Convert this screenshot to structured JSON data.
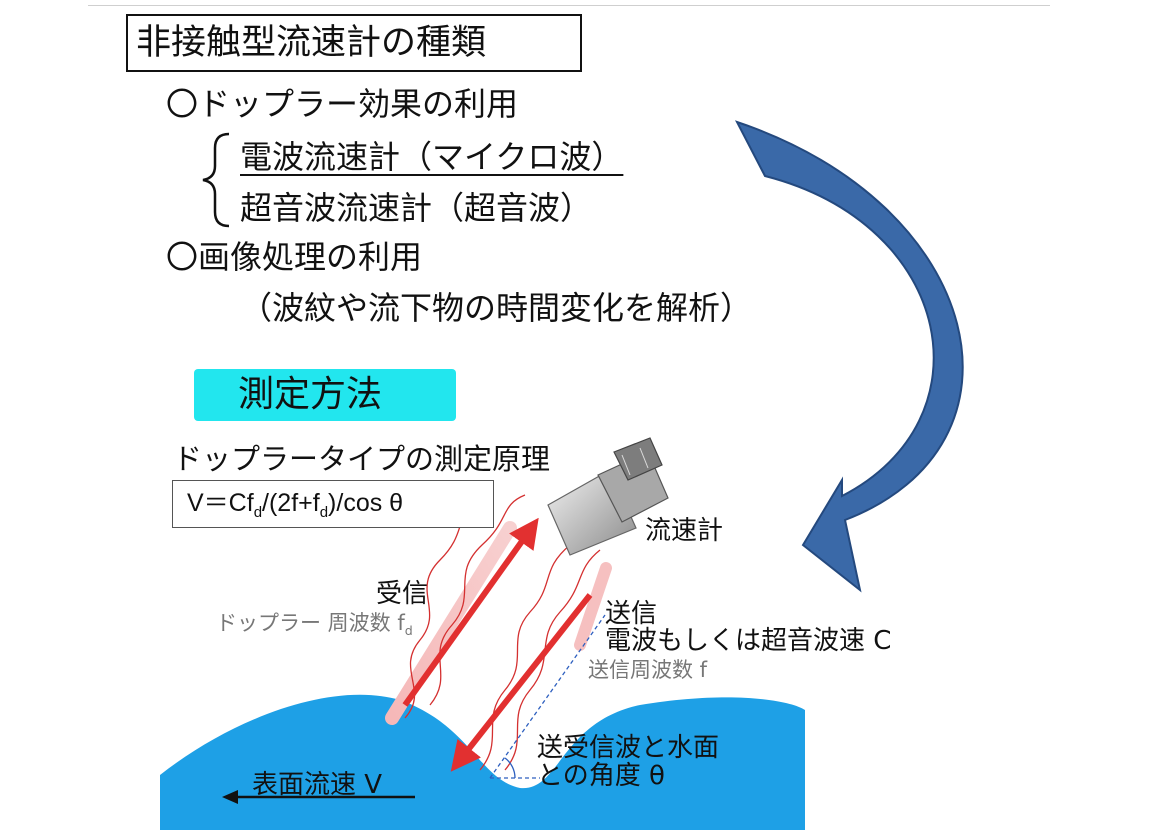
{
  "heading": "非接触型流速計の種類",
  "doppler": {
    "title": "〇ドップラー効果の利用",
    "items": [
      "電波流速計（マイクロ波）",
      "超音波流速計（超音波）"
    ]
  },
  "image": {
    "title": "〇画像処理の利用",
    "desc": "（波紋や流下物の時間変化を解析）"
  },
  "method": "測定方法",
  "principle": "ドップラータイプの測定原理",
  "formula": {
    "v": "V＝Cf",
    "sub1": "d",
    "mid": "/(2f+f",
    "sub2": "d",
    "end": ")/cos θ"
  },
  "diagram": {
    "meter": "流速計",
    "receive": "受信",
    "doppler_freq": "ドップラー 周波数 f",
    "doppler_sub": "d",
    "send": "送信",
    "speed": "電波もしくは超音波速 C",
    "send_freq": "送信周波数 f",
    "angle_line1": "送受信波と水面",
    "angle_line2": "との角度 θ",
    "surface_speed": "表面流速 V"
  },
  "colors": {
    "big_arrow": "#3a69a8",
    "water": "#1ea0e6",
    "signal_red": "#e23030",
    "method_bg": "#22e6ee"
  }
}
